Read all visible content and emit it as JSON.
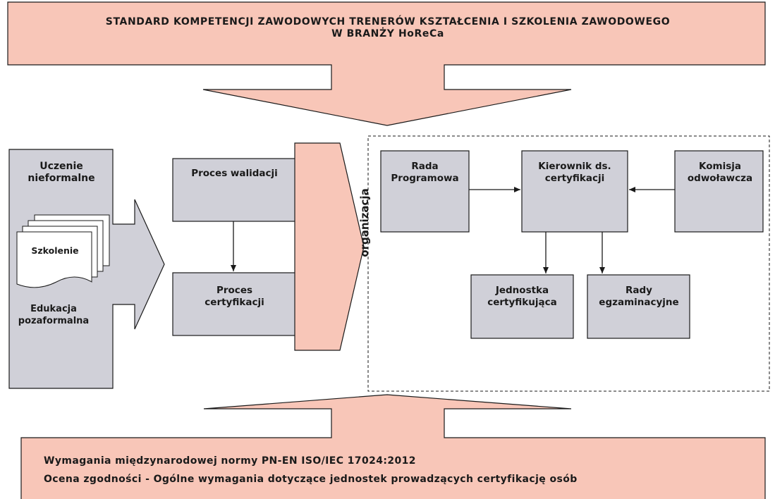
{
  "header": {
    "title": "STANDARD KOMPETENCJI ZAWODOWYCH TRENERÓW KSZTAŁCENIA I SZKOLENIA ZAWODOWEGO\nW BRANŻY HoReCa"
  },
  "left_panel": {
    "informal_label": "Uczenie\nnieformalne",
    "training_label": "Szkolenie",
    "nonformal_label": "Edukacja\npozaformalna"
  },
  "processes": {
    "validation_label": "Proces walidacji",
    "certification_label": "Proces\ncertyfikacji"
  },
  "organization_label": "organizacja",
  "org_structure": {
    "program_board": "Rada\nProgramowa",
    "cert_manager": "Kierownik ds.\ncertyfikacji",
    "appeals_committee": "Komisja\nodwoławcza",
    "certifying_unit": "Jednostka\ncertyfikująca",
    "exam_boards": "Rady\negzaminacyjne"
  },
  "footer": {
    "norm_line1": "Wymagania międzynarodowej normy PN-EN ISO/IEC 17024:2012",
    "norm_line2": "Ocena zgodności - Ogólne wymagania dotyczące jednostek prowadzących certyfikację osób"
  },
  "colors": {
    "salmon": "#f8c6b8",
    "gray_box": "#d0d0d8",
    "stroke": "#1a1a1a"
  }
}
